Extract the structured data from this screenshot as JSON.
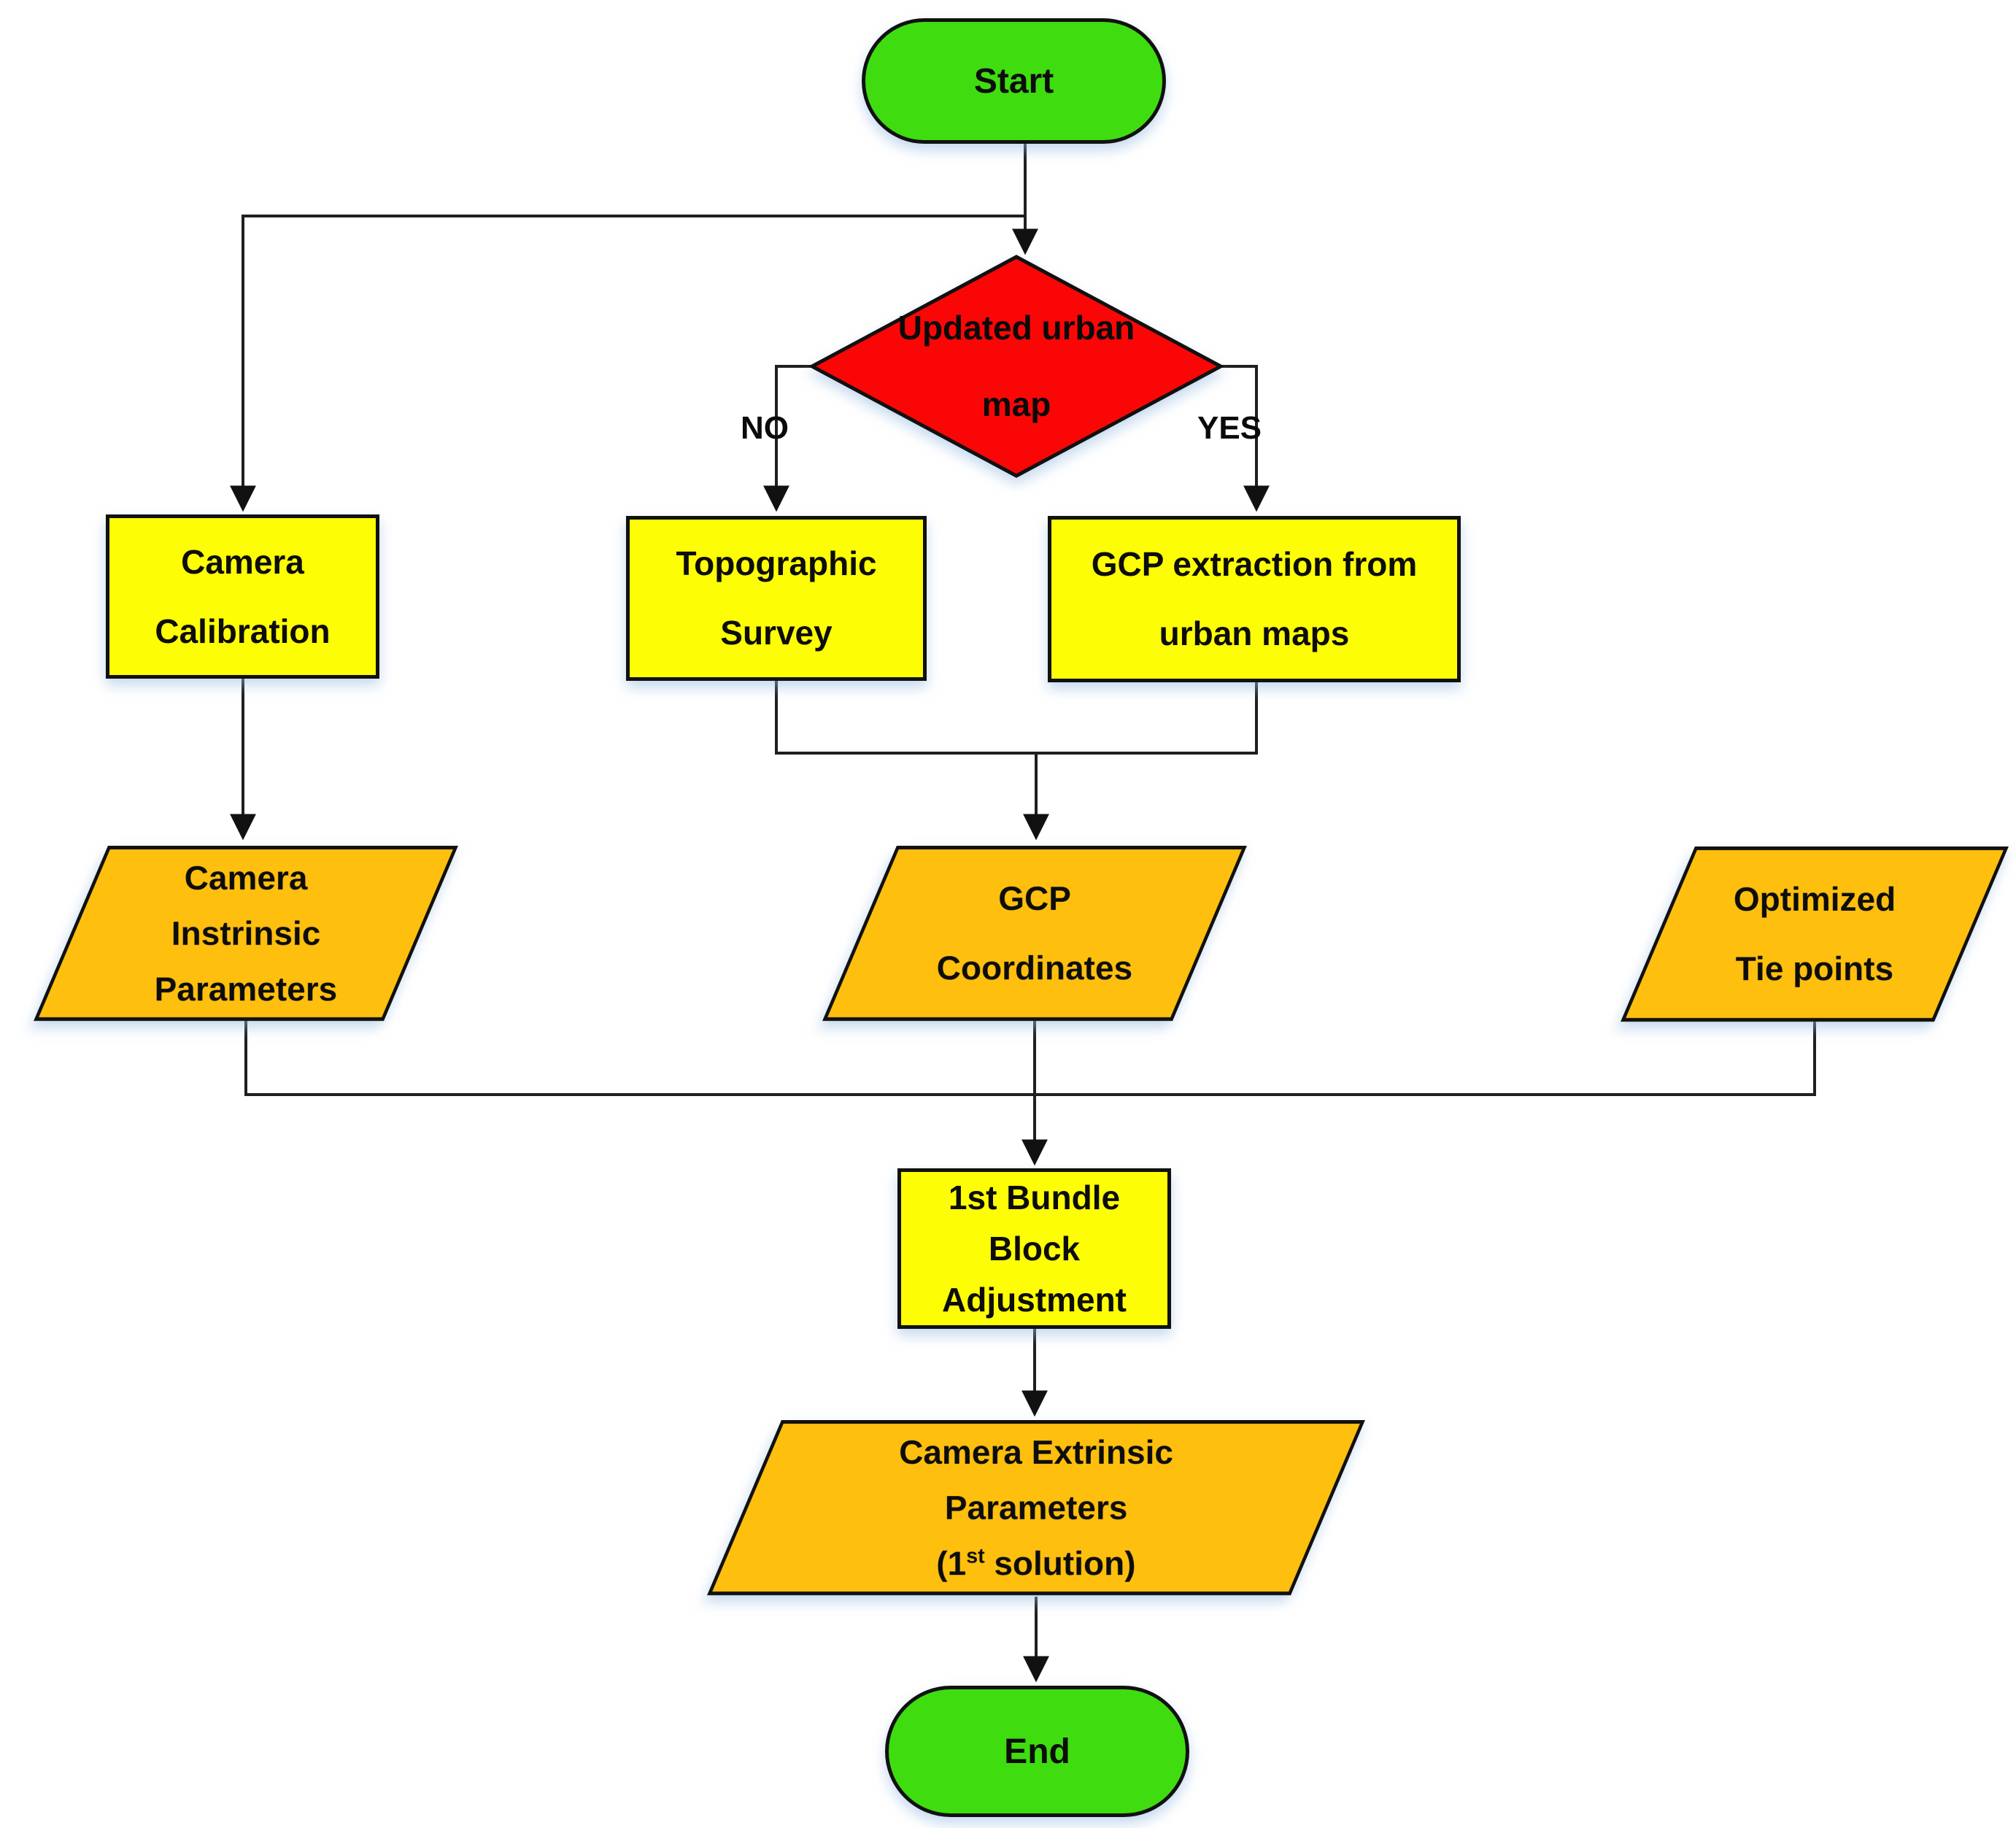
{
  "theme": {
    "green": "#3fdd10",
    "red": "#fb0606",
    "yellow": "#fdfd05",
    "orange": "#febf0e",
    "line": "#1f1f1f",
    "text": "#0d0d0d"
  },
  "nodes": {
    "start": {
      "label": "Start"
    },
    "decision": {
      "lines": [
        "Updated urban",
        "map"
      ]
    },
    "camera_calibration": {
      "lines": [
        "Camera",
        "Calibration"
      ]
    },
    "topographic_survey": {
      "lines": [
        "Topographic",
        "Survey"
      ]
    },
    "gcp_extraction": {
      "lines": [
        "GCP extraction from",
        "urban maps"
      ]
    },
    "camera_intrinsic": {
      "lines": [
        "Camera",
        "Instrinsic",
        "Parameters"
      ]
    },
    "gcp_coordinates": {
      "lines": [
        "GCP",
        "Coordinates"
      ]
    },
    "optimized_tie_points": {
      "lines": [
        "Optimized",
        "Tie points"
      ]
    },
    "bundle_adjustment": {
      "lines": [
        "1st Bundle",
        "Block",
        "Adjustment"
      ]
    },
    "camera_extrinsic": {
      "line1": "Camera Extrinsic",
      "line2": "Parameters",
      "line3_pre": "(1",
      "line3_sup": "st",
      "line3_post": " solution)"
    },
    "end": {
      "label": "End"
    }
  },
  "edges": {
    "no_label": "NO",
    "yes_label": "YES"
  }
}
